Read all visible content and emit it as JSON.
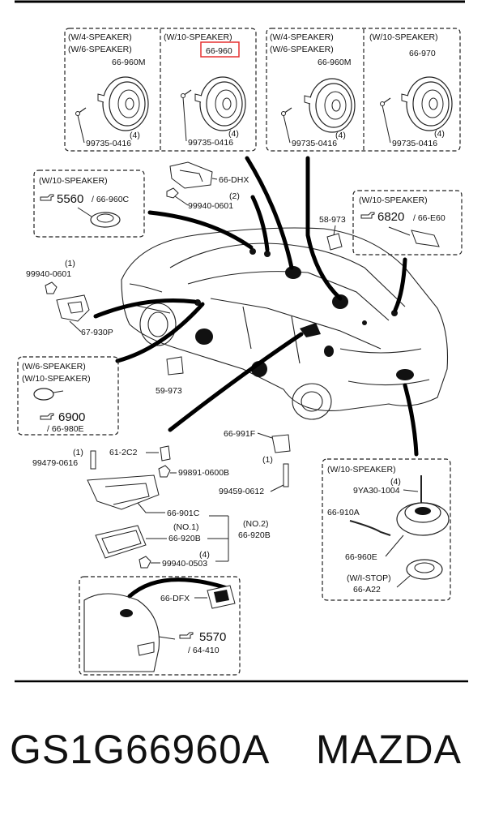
{
  "diagram": {
    "top_boxes": [
      {
        "title_a": "(W/4-SPEAKER)",
        "title_b": "(W/6-SPEAKER)",
        "part": "66-960M",
        "qty": "(4)",
        "screw": "99735-0416"
      },
      {
        "title_a": "(W/10-SPEAKER)",
        "part": "66-960",
        "qty": "(4)",
        "screw": "99735-0416"
      },
      {
        "title_a": "(W/4-SPEAKER)",
        "title_b": "(W/6-SPEAKER)",
        "part": "66-960M",
        "qty": "(4)",
        "screw": "99735-0416"
      },
      {
        "title_a": "(W/10-SPEAKER)",
        "part": "66-970",
        "qty": "(4)",
        "screw": "99735-0416"
      }
    ],
    "dhx": {
      "part": "66-DHX",
      "qty": "(2)",
      "nut": "99940-0601"
    },
    "left_10spk": {
      "title": "(W/10-SPEAKER)",
      "ref": "5560",
      "ref_part": "/ 66-960C"
    },
    "right_10spk": {
      "title": "(W/10-SPEAKER)",
      "ref": "6820",
      "ref_part": "/ 66-E60"
    },
    "part_58973": "58-973",
    "nut_left": {
      "qty": "(1)",
      "part": "99940-0601"
    },
    "part_67930P": "67-930P",
    "left_6_10": {
      "title_a": "(W/6-SPEAKER)",
      "title_b": "(W/10-SPEAKER)",
      "ref": "6900",
      "ref_part": "/ 66-980E"
    },
    "part_59973": "59-973",
    "part_66991F": "66-991F",
    "bolt_right": {
      "qty": "(1)",
      "part": "99459-0612"
    },
    "amp": {
      "screw_qty": "(1)",
      "screw": "99479-0616",
      "clip": "61-2C2",
      "nut_b": "99891-0600B",
      "bracket": "66-901C",
      "no1": "(NO.1)",
      "amp1": "66-920B",
      "no2": "(NO.2)",
      "amp2": "66-920B",
      "nut_qty": "(4)",
      "nut": "99940-0503"
    },
    "sub": {
      "title": "(W/10-SPEAKER)",
      "bolt_qty": "(4)",
      "bolt": "9YA30-1004",
      "harness": "66-910A",
      "woofer": "66-960E",
      "istop": "(W/I-STOP)",
      "istop_part": "66-A22"
    },
    "dfx": {
      "part": "66-DFX",
      "ref": "5570",
      "ref_part": "/ 64-410"
    }
  },
  "footer": {
    "part_number": "GS1G66960A",
    "brand": "MAZDA"
  },
  "colors": {
    "highlight": "#e53030",
    "line": "#222222"
  },
  "icons": {
    "reference": "pointing-hand-icon"
  }
}
